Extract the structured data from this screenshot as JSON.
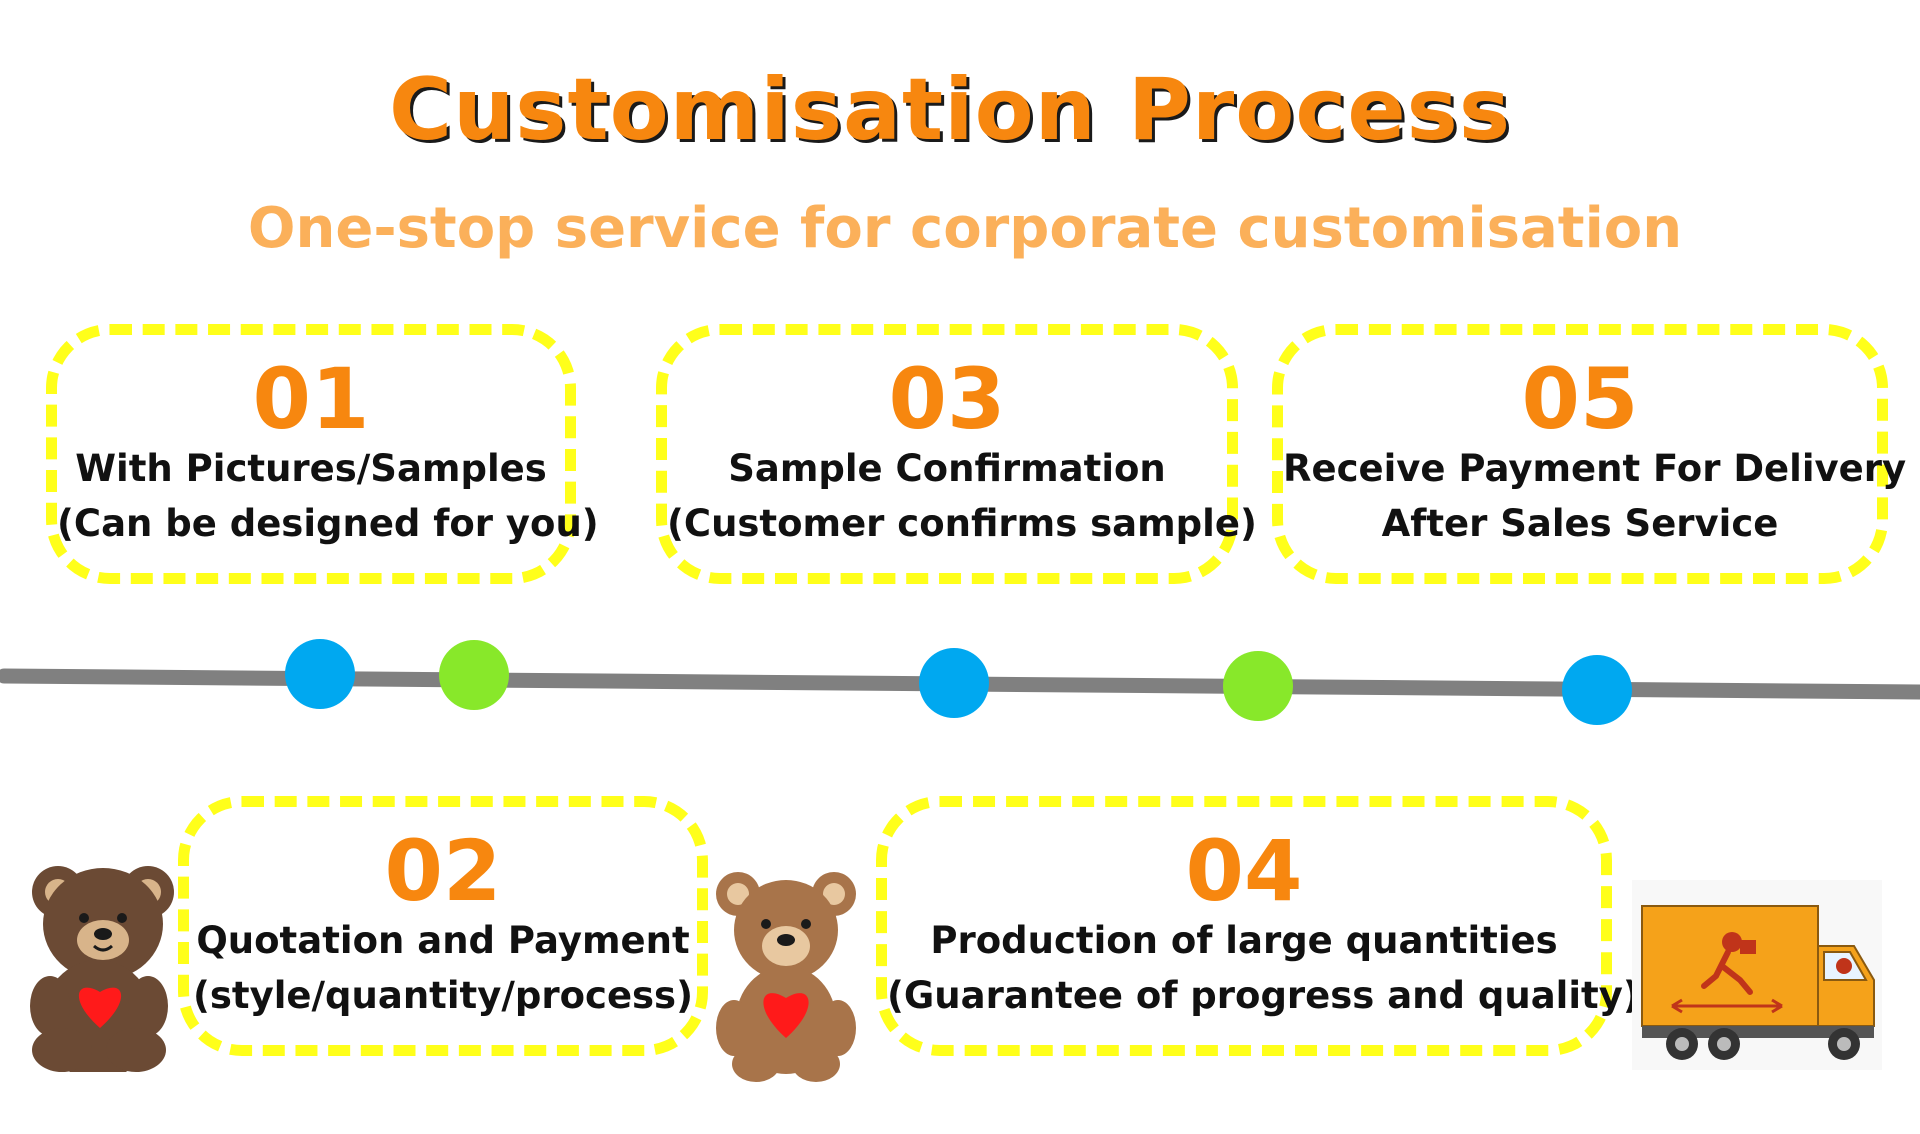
{
  "header": {
    "title": "Customisation Process",
    "subtitle": "One-stop service for corporate customisation"
  },
  "steps": [
    {
      "number": "01",
      "line1": "With Pictures/Samples",
      "line2": "(Can be designed for you)"
    },
    {
      "number": "02",
      "line1": "Quotation and Payment",
      "line2": "(style/quantity/process)"
    },
    {
      "number": "03",
      "line1": "Sample Confirmation",
      "line2": "(Customer confirms sample)"
    },
    {
      "number": "04",
      "line1": "Production of large quantities",
      "line2": "(Guarantee of progress and quality)"
    },
    {
      "number": "05",
      "line1": "Receive Payment For Delivery",
      "line2": "After Sales Service"
    }
  ],
  "colors": {
    "accent_orange": "#f7870f",
    "subtitle_orange": "#fbb05a",
    "dashed_border": "#ffff1a",
    "timeline": "#808080",
    "dot_blue": "#00a8f0",
    "dot_green": "#88e82a",
    "bear_dark": "#6b4a34",
    "bear_light": "#a8744a",
    "heart": "#ff1a1a",
    "truck_body": "#f5a21a"
  },
  "icons": {
    "bear_left": "teddy-bear-icon",
    "bear_middle": "teddy-bear-icon",
    "truck": "delivery-truck-icon",
    "timeline_dots": [
      "blue",
      "green",
      "blue",
      "green",
      "blue"
    ]
  }
}
